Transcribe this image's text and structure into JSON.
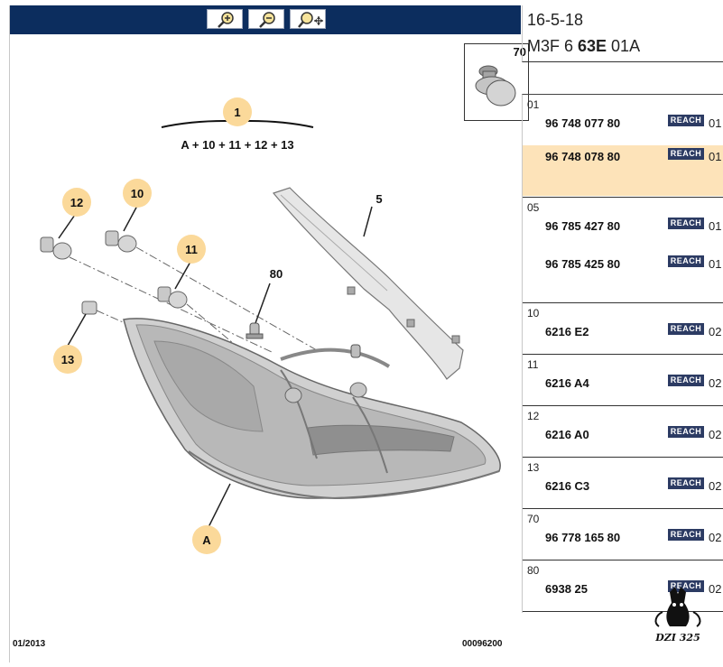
{
  "diagram": {
    "toolbar": {
      "zoom_in_icon": "zoom-in-icon",
      "zoom_out_icon": "zoom-out-icon",
      "zoom_move_icon": "zoom-move-icon"
    },
    "callouts": {
      "assembly_label": "1",
      "assembly_formula": "A + 10 + 11 + 12 + 13",
      "c5": "5",
      "c10": "10",
      "c11": "11",
      "c12": "12",
      "c13": "13",
      "c80": "80",
      "cA": "A"
    },
    "footer_date": "01/2013",
    "footer_code": "00096200",
    "thumbnail_label": "70"
  },
  "header": {
    "date": "16-5-18",
    "code_prefix": "M3F 6 ",
    "code_bold": "63E",
    "code_suffix": " 01A"
  },
  "parts": [
    {
      "ref": "01",
      "rows": [
        {
          "part_no": "96 748 077 80",
          "reach": "REACH",
          "qty": "01"
        },
        {
          "part_no": "96 748 078 80",
          "reach": "REACH",
          "qty": "01"
        }
      ]
    },
    {
      "ref": "05",
      "rows": [
        {
          "part_no": "96 785 427 80",
          "reach": "REACH",
          "qty": "01"
        },
        {
          "part_no": "96 785 425 80",
          "reach": "REACH",
          "qty": "01"
        }
      ]
    },
    {
      "ref": "10",
      "rows": [
        {
          "part_no": "6216 E2",
          "reach": "REACH",
          "qty": "02"
        }
      ]
    },
    {
      "ref": "11",
      "rows": [
        {
          "part_no": "6216 A4",
          "reach": "REACH",
          "qty": "02"
        }
      ]
    },
    {
      "ref": "12",
      "rows": [
        {
          "part_no": "6216 A0",
          "reach": "REACH",
          "qty": "02"
        }
      ]
    },
    {
      "ref": "13",
      "rows": [
        {
          "part_no": "6216 C3",
          "reach": "REACH",
          "qty": "02"
        }
      ]
    },
    {
      "ref": "70",
      "rows": [
        {
          "part_no": "96 778 165 80",
          "reach": "REACH",
          "qty": "02"
        }
      ]
    },
    {
      "ref": "80",
      "rows": [
        {
          "part_no": "6938 25",
          "reach": "REACH",
          "qty": "02"
        }
      ]
    }
  ],
  "colors": {
    "toolbar": "#0c2d5e",
    "callout_bubble": "#fbd99a",
    "selected_row": "#fde3b9",
    "reach_badge": "#2c3b63"
  },
  "logo": {
    "text": "DZI 325"
  }
}
